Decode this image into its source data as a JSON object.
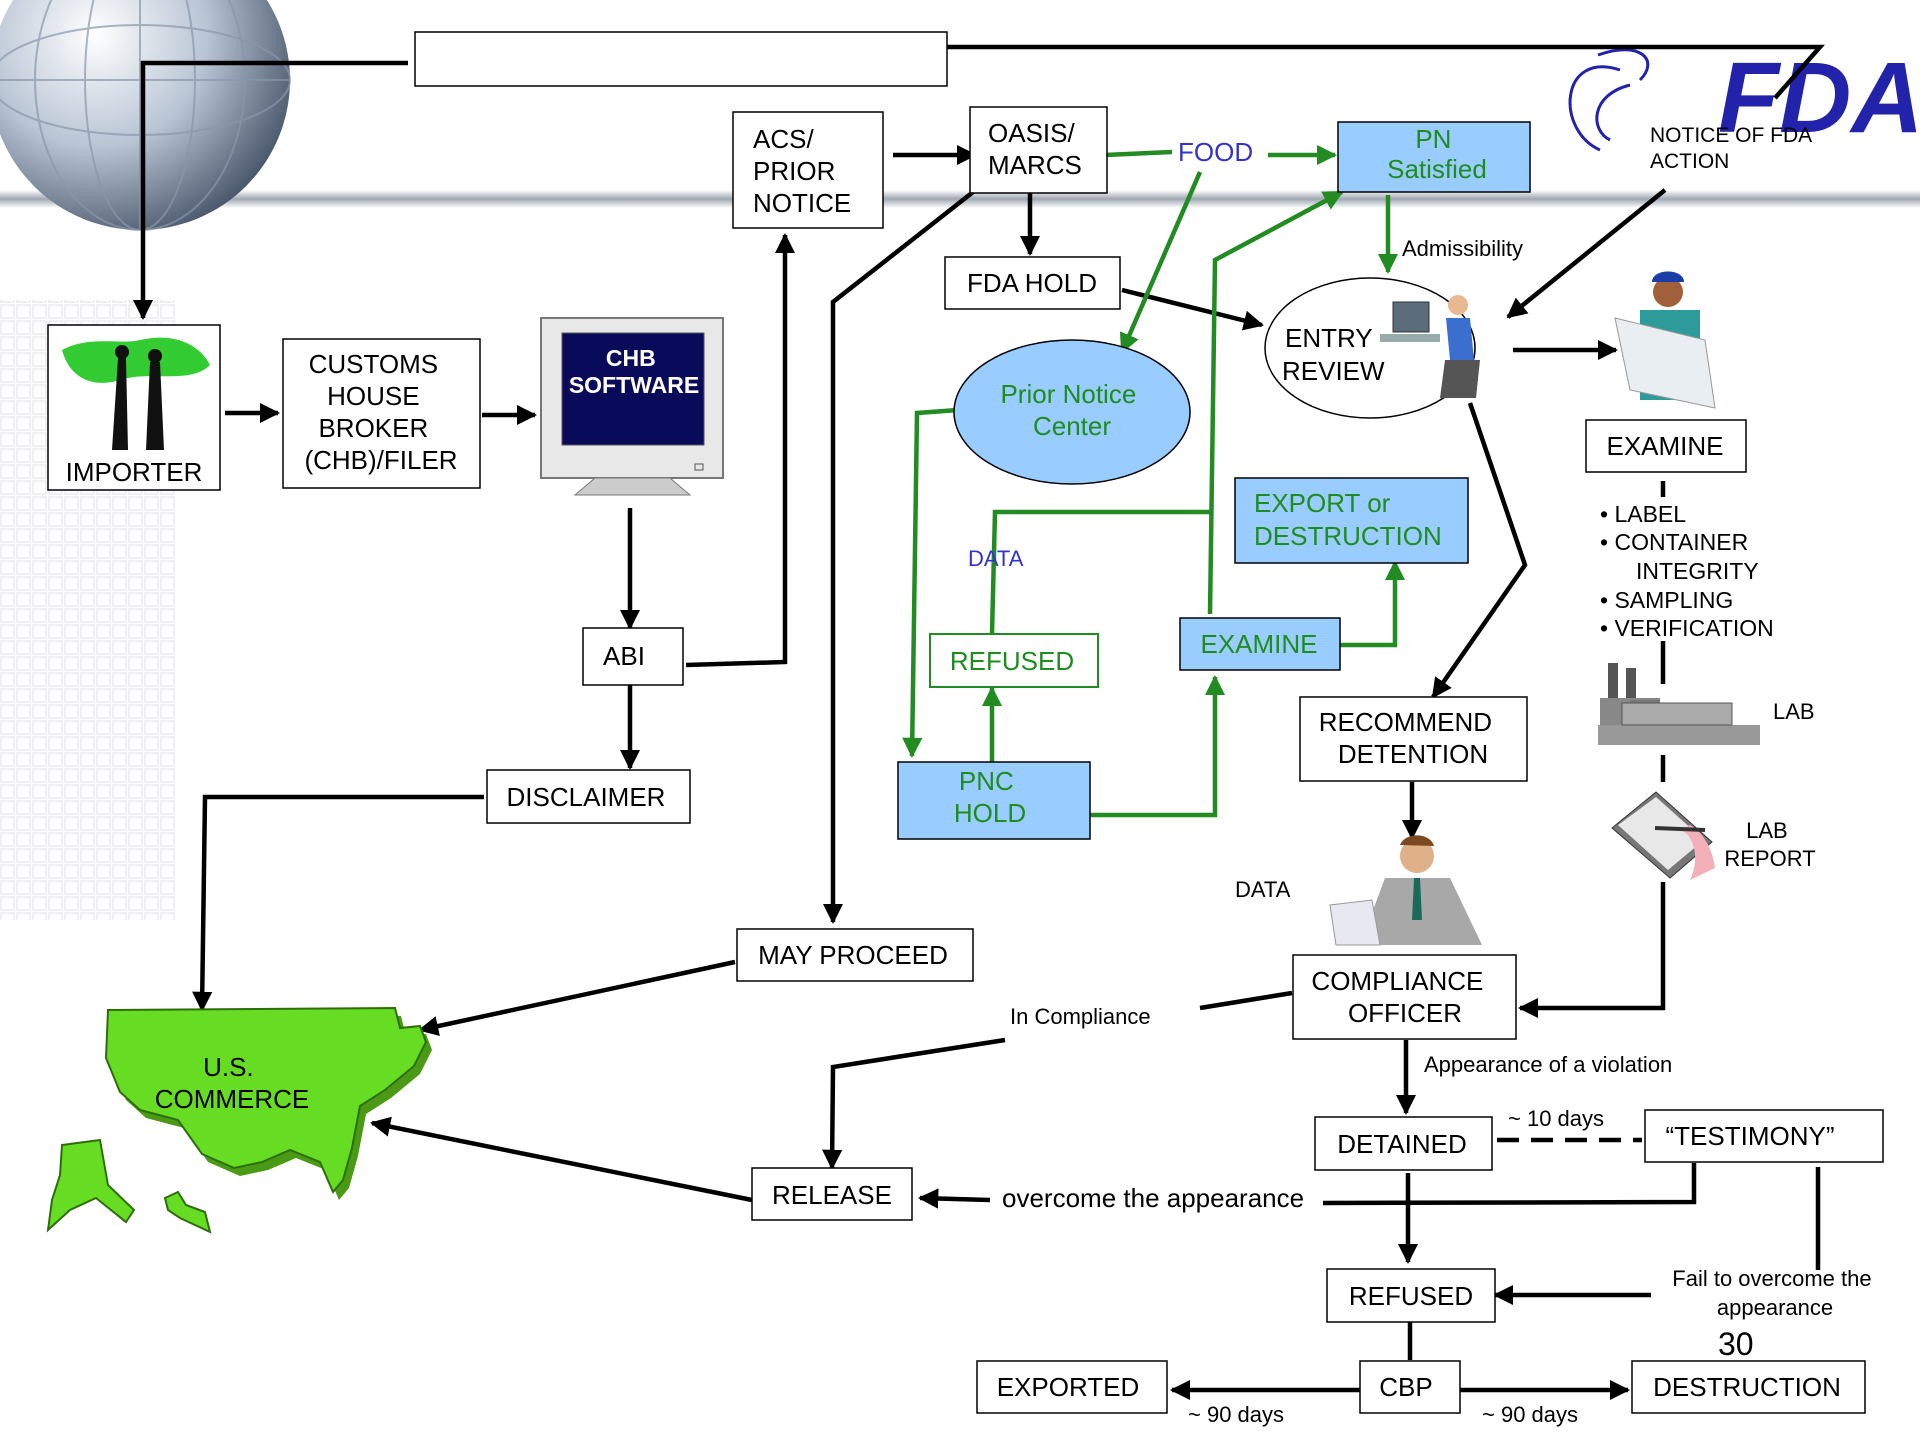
{
  "header": {
    "title_box": ""
  },
  "logo": {
    "text": "FDA"
  },
  "nodes": {
    "acs_prior_notice": [
      "ACS/",
      "PRIOR",
      "NOTICE"
    ],
    "oasis_marcs": [
      "OASIS/",
      "MARCS"
    ],
    "food": "FOOD",
    "pn_satisfied": [
      "PN",
      "Satisfied"
    ],
    "notice_fda_action": [
      "NOTICE OF FDA",
      "ACTION"
    ],
    "admissibility": "Admissibility",
    "fda_hold": "FDA HOLD",
    "entry_review": [
      "ENTRY",
      "REVIEW"
    ],
    "importer": "IMPORTER",
    "customs_house_broker": [
      "CUSTOMS",
      "HOUSE",
      "BROKER",
      "(CHB)/FILER"
    ],
    "chb_software": [
      "CHB",
      "SOFTWARE"
    ],
    "prior_notice_center": [
      "Prior Notice",
      "Center"
    ],
    "examine_top": "EXAMINE",
    "exam_items": [
      "LABEL",
      "CONTAINER",
      "INTEGRITY",
      "SAMPLING",
      "VERIFICATION"
    ],
    "export_or_destruction": [
      "EXPORT or",
      "DESTRUCTION"
    ],
    "data_blue": "DATA",
    "abi": "ABI",
    "refused_green": "REFUSED",
    "examine_green": "EXAMINE",
    "recommend_detention": [
      "RECOMMEND",
      "DETENTION"
    ],
    "lab": "LAB",
    "disclaimer": "DISCLAIMER",
    "pnc_hold": [
      "PNC",
      "HOLD"
    ],
    "lab_report": [
      "LAB",
      "REPORT"
    ],
    "data_black": "DATA",
    "may_proceed": "MAY PROCEED",
    "compliance_officer": [
      "COMPLIANCE",
      "OFFICER"
    ],
    "in_compliance": "In Compliance",
    "us_commerce": [
      "U.S.",
      "COMMERCE"
    ],
    "appearance_violation": "Appearance of a violation",
    "ten_days": "~ 10 days",
    "detained": "DETAINED",
    "testimony": "“TESTIMONY”",
    "release": "RELEASE",
    "overcome": "overcome the appearance",
    "refused_final": "REFUSED",
    "fail_overcome": [
      "Fail to overcome the",
      "appearance"
    ],
    "page_number": "30",
    "exported": "EXPORTED",
    "cbp": "CBP",
    "destruction": "DESTRUCTION",
    "ninety_days_left": "~ 90 days",
    "ninety_days_right": "~ 90 days"
  },
  "colors": {
    "blue_fill": "#99CCFF",
    "green_line": "#228B22",
    "green_text": "#1F8C1F",
    "blue_text": "#3333CC",
    "us_green": "#66DD22",
    "fda_blue": "#2222AA"
  }
}
